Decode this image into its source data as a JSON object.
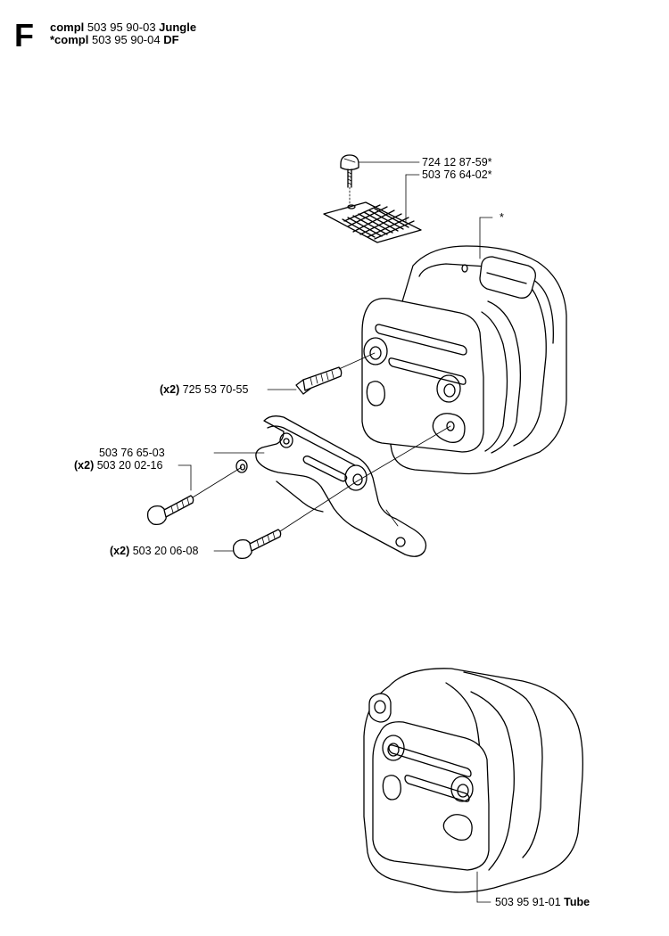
{
  "section": "F",
  "header": {
    "line1_prefix": "compl",
    "line1_number": "503 95 90-03",
    "line1_suffix": "Jungle",
    "line2_prefix": "*compl",
    "line2_number": "503 95 90-04",
    "line2_suffix": "DF"
  },
  "parts": {
    "screw_top": "724 12 87-59*",
    "decal": "503 76 64-02*",
    "muffler_mark": "*",
    "bolt_upper_qty": "(x2)",
    "bolt_upper": "725 53 70-55",
    "bracket": "503 76 65-03",
    "bolt_mid_qty": "(x2)",
    "bolt_mid": "503 20 02-16",
    "bolt_low_qty": "(x2)",
    "bolt_low": "503 20 06-08",
    "tube_number": "503 95 91-01",
    "tube_suffix": "Tube"
  }
}
